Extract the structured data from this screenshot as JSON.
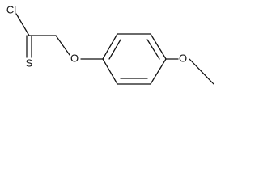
{
  "structure": {
    "atoms": {
      "chlorine": "Cl",
      "sulfur": "S",
      "ether_oxygen": "O",
      "methoxy_oxygen": "O"
    },
    "colors": {
      "bond": "#111111",
      "label": "#111111",
      "background": "#ffffff"
    }
  }
}
